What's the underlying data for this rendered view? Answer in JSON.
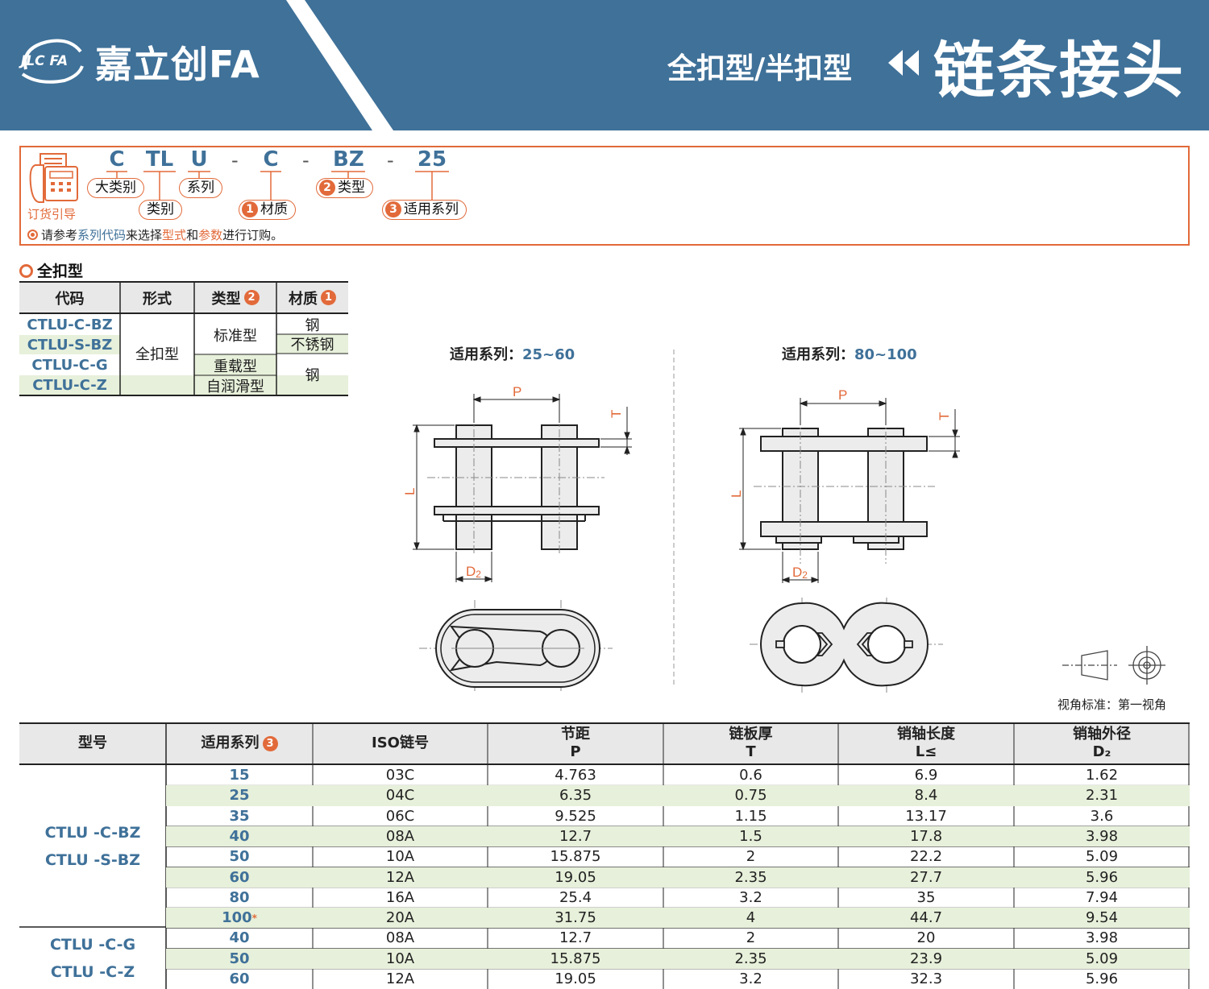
{
  "header": {
    "logo_badge": "JLC FA",
    "logo_text": "嘉立创FA",
    "subtitle": "全扣型/半扣型",
    "title": "链条接头",
    "bg_color": "#3f7199"
  },
  "order_guide": {
    "label": "订货引导",
    "code": [
      "C",
      "TL",
      "U",
      "C",
      "BZ",
      "25"
    ],
    "dash": "-",
    "pills": {
      "category": "大类别",
      "type_class": "类别",
      "series": "系列",
      "material_num": "1",
      "material": "材质",
      "type_num": "2",
      "type": "类型",
      "applicable_num": "3",
      "applicable": "适用系列"
    },
    "note": {
      "p1": "请参考",
      "series_code": "系列代码",
      "p2": "来选择",
      "form": "型式",
      "p3": "和",
      "params": "参数",
      "p4": "进行订购。"
    },
    "accent_color": "#e26a3a"
  },
  "full_clasp": {
    "title": "全扣型",
    "headers": {
      "code": "代码",
      "form": "形式",
      "type": "类型",
      "type_num": "2",
      "material": "材质",
      "material_num": "1"
    },
    "codes": [
      "CTLU-C-BZ",
      "CTLU-S-BZ",
      "CTLU-C-G",
      "CTLU-C-Z"
    ],
    "form": "全扣型",
    "types": {
      "standard": "标准型",
      "heavy": "重载型",
      "selflube": "自润滑型"
    },
    "materials": {
      "steel1": "钢",
      "stainless": "不锈钢",
      "steel2": "钢"
    }
  },
  "drawings": {
    "left_caption_label": "适用系列：",
    "left_caption_value": "25~60",
    "right_caption_label": "适用系列：",
    "right_caption_value": "80~100",
    "dim_P": "P",
    "dim_T": "T",
    "dim_L": "L",
    "dim_D": "D",
    "dim_D_sub": "2",
    "view_standard": "视角标准：第一视角"
  },
  "spec_table": {
    "headers": [
      {
        "l1": "型号",
        "l2": ""
      },
      {
        "l1": "适用系列",
        "l2": "",
        "num": "3"
      },
      {
        "l1": "ISO链号",
        "l2": ""
      },
      {
        "l1": "节距",
        "l2": "P"
      },
      {
        "l1": "链板厚",
        "l2": "T"
      },
      {
        "l1": "销轴长度",
        "l2": "L≤"
      },
      {
        "l1": "销轴外径",
        "l2": "D₂"
      }
    ],
    "group1_models": [
      "CTLU -C-BZ",
      "CTLU -S-BZ"
    ],
    "group2_models": [
      "CTLU -C-G",
      "CTLU -C-Z"
    ],
    "star": "*",
    "rows": [
      [
        "15",
        "03C",
        "4.763",
        "0.6",
        "6.9",
        "1.62"
      ],
      [
        "25",
        "04C",
        "6.35",
        "0.75",
        "8.4",
        "2.31"
      ],
      [
        "35",
        "06C",
        "9.525",
        "1.15",
        "13.17",
        "3.6"
      ],
      [
        "40",
        "08A",
        "12.7",
        "1.5",
        "17.8",
        "3.98"
      ],
      [
        "50",
        "10A",
        "15.875",
        "2",
        "22.2",
        "5.09"
      ],
      [
        "60",
        "12A",
        "19.05",
        "2.35",
        "27.7",
        "5.96"
      ],
      [
        "80",
        "16A",
        "25.4",
        "3.2",
        "35",
        "7.94"
      ],
      [
        "100",
        "20A",
        "31.75",
        "4",
        "44.7",
        "9.54"
      ],
      [
        "40",
        "08A",
        "12.7",
        "2",
        "20",
        "3.98"
      ],
      [
        "50",
        "10A",
        "15.875",
        "2.35",
        "23.9",
        "5.09"
      ],
      [
        "60",
        "12A",
        "19.05",
        "3.2",
        "32.3",
        "5.96"
      ]
    ]
  }
}
